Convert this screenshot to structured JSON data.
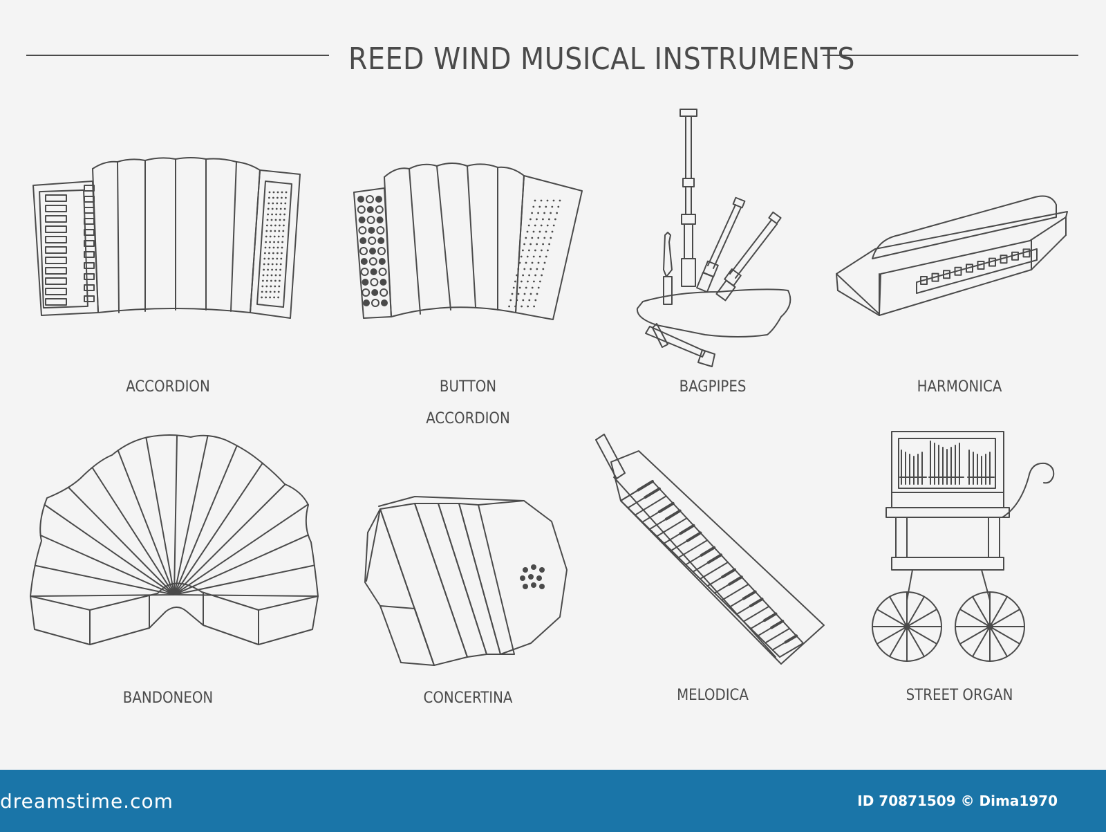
{
  "title": "REED WIND MUSICAL INSTRUMENTS",
  "instruments": [
    {
      "label": "ACCORDION",
      "icon": "accordion-icon"
    },
    {
      "label": "BUTTON",
      "label2": "ACCORDION",
      "icon": "button-accordion-icon"
    },
    {
      "label": "BAGPIPES",
      "icon": "bagpipes-icon"
    },
    {
      "label": "HARMONICA",
      "icon": "harmonica-icon"
    },
    {
      "label": "BANDONEON",
      "icon": "bandoneon-icon"
    },
    {
      "label": "CONCERTINA",
      "icon": "concertina-icon"
    },
    {
      "label": "MELODICA",
      "icon": "melodica-icon"
    },
    {
      "label": "STREET ORGAN",
      "icon": "street-organ-icon"
    }
  ],
  "footer": {
    "site": "dreamstime.com",
    "id_text": "ID 70871509 © Dima1970"
  },
  "colors": {
    "background": "#f4f4f4",
    "ink": "#4a4a4a",
    "footer": "#1a75a8"
  }
}
